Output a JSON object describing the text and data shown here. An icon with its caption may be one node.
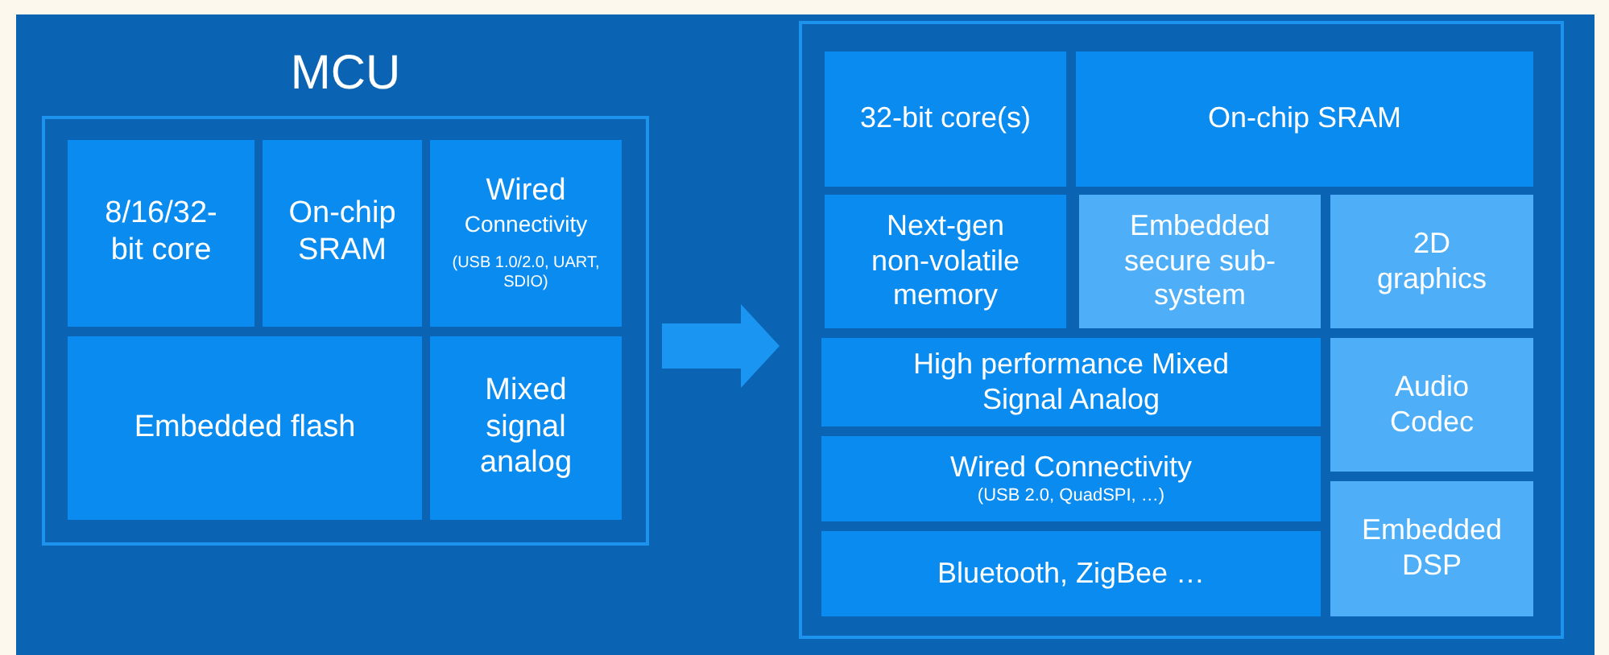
{
  "diagram": {
    "nodes": [
      {
        "text": [
          "MCU"
        ]
      },
      {
        "text": [
          "8/16/32-bit core"
        ],
        "in": 0
      },
      {
        "text": [
          "On-chip SRAM"
        ],
        "in": 0
      },
      {
        "text": [
          "Wired",
          "Connectivity",
          "(USB 1.0/2.0, UART, SDIO)"
        ],
        "in": 0
      },
      {
        "text": [
          "Embedded flash"
        ],
        "in": 0
      },
      {
        "text": [
          "Mixed signal analog"
        ],
        "in": 0
      },
      {
        "text": [],
        "shape": "box"
      },
      {
        "text": [
          "32-bit core(s)"
        ],
        "in": 6
      },
      {
        "text": [
          "On-chip SRAM"
        ],
        "in": 6
      },
      {
        "text": [
          "Next-gen non-volatile memory"
        ],
        "in": 6
      },
      {
        "text": [
          "Embedded secure sub-system"
        ],
        "in": 6
      },
      {
        "text": [
          "2D graphics"
        ],
        "in": 6
      },
      {
        "text": [
          "High performance Mixed Signal Analog"
        ],
        "in": 6
      },
      {
        "text": [
          "Audio Codec"
        ],
        "in": 6
      },
      {
        "text": [
          "Wired Connectivity",
          "(USB 2.0, QuadSPI, …)"
        ],
        "in": 6
      },
      {
        "text": [
          "Embedded DSP"
        ],
        "in": 6
      },
      {
        "text": [
          "Bluetooth, ZigBee …"
        ],
        "in": 6
      }
    ],
    "edges": [
      {
        "from": 0,
        "to": 6,
        "arrow": "to"
      }
    ]
  }
}
